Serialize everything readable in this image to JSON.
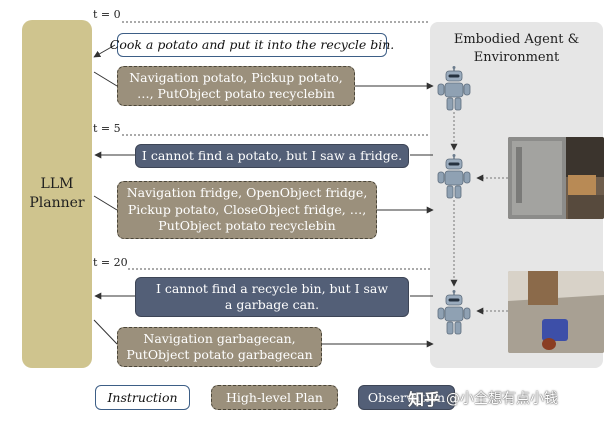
{
  "planner": {
    "line1": "LLM",
    "line2": "Planner"
  },
  "environment": {
    "line1": "Embodied Agent &",
    "line2": "Environment"
  },
  "timesteps": [
    "t = 0",
    "t = 5",
    "t = 20"
  ],
  "messages": {
    "instruction": "Cook a potato and put it into the recycle bin.",
    "plan_1": "Navigation potato, Pickup potato, …, PutObject potato recyclebin",
    "observation_1": "I cannot find a potato, but I saw a fridge.",
    "plan_2": "Navigation fridge, OpenObject fridge, Pickup potato, CloseObject fridge, …, PutObject potato recyclebin",
    "observation_2": "I cannot find a recycle bin, but I saw a garbage can.",
    "plan_3": "Navigation garbagecan, PutObject potato garbagecan"
  },
  "legend": {
    "instruction": "Instruction",
    "plan": "High-level Plan",
    "observation": "Observation"
  },
  "watermark": {
    "brand": "知乎",
    "author": "@小全想有点小钱"
  },
  "colors": {
    "planner": "#cfc48e",
    "instruction_border": "#3d5e86",
    "plan_fill": "#9b907c",
    "observation_fill": "#535f77",
    "environment_panel": "#e6e6e6",
    "robot": "#8fa1b3"
  },
  "icons": [
    "robot-icon",
    "kitchen-scene-image",
    "garbage-can-scene-image"
  ]
}
